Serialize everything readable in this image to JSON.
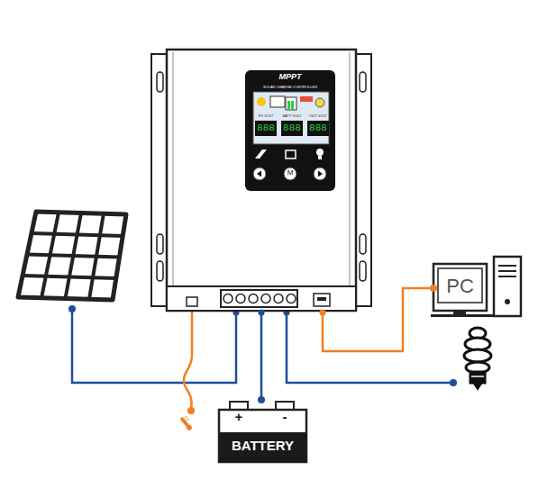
{
  "diagram": {
    "nodes": [
      {
        "text": [
          "MPPT",
          "SOLAR CHARGE CONTROLLER"
        ]
      },
      {
        "text": [
          "PC"
        ]
      },
      {
        "text": [
          "+",
          "-",
          "BATTERY"
        ]
      }
    ],
    "edges": [
      {
        "from": 0,
        "to": 2,
        "arrow": "none"
      },
      {
        "from": 0,
        "to": 1,
        "arrow": "none"
      }
    ],
    "labels": [
      "PV VOLT",
      "BATT VOLT",
      "OUT VOLT",
      "888",
      "888",
      "888",
      "M"
    ]
  }
}
